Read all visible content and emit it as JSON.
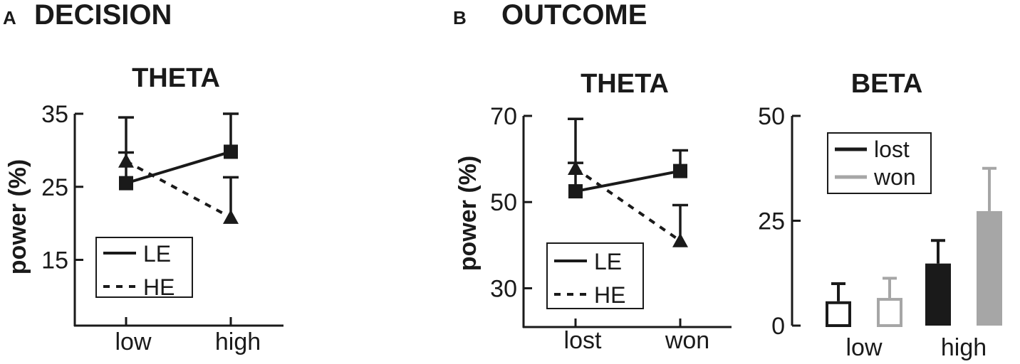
{
  "panels": {
    "a": {
      "letter": "A",
      "title": "DECISION"
    },
    "b": {
      "letter": "B",
      "title": "OUTCOME"
    }
  },
  "colors": {
    "ink": "#1a1a1a",
    "won_gray": "#a6a6a6"
  },
  "chart_data": [
    {
      "type": "line",
      "title": "THETA",
      "ylabel": "power (%)",
      "xlabel": "",
      "categories": [
        "low",
        "high"
      ],
      "yticks": [
        "15",
        "25",
        "35"
      ],
      "ylim": [
        6,
        35
      ],
      "grid": false,
      "legend_position": "bottom-left",
      "series": [
        {
          "name": "LE",
          "style": "solid",
          "marker": "square",
          "values": [
            25.5,
            29.8
          ],
          "error": [
            9.0,
            5.2
          ]
        },
        {
          "name": "HE",
          "style": "dotted",
          "marker": "triangle",
          "values": [
            28.5,
            20.8
          ],
          "error": [
            1.2,
            5.5
          ]
        }
      ]
    },
    {
      "type": "line",
      "title": "THETA",
      "ylabel": "power (%)",
      "xlabel": "",
      "categories": [
        "lost",
        "won"
      ],
      "yticks": [
        "30",
        "50",
        "70"
      ],
      "ylim": [
        21,
        70
      ],
      "grid": false,
      "legend_position": "bottom-left",
      "series": [
        {
          "name": "LE",
          "style": "solid",
          "marker": "square",
          "values": [
            52.5,
            57.2
          ],
          "error": [
            16.8,
            4.8
          ]
        },
        {
          "name": "HE",
          "style": "dotted",
          "marker": "triangle",
          "values": [
            57.8,
            41.0
          ],
          "error": [
            1.3,
            8.3
          ]
        }
      ]
    },
    {
      "type": "bar",
      "title": "BETA",
      "ylabel": "",
      "xlabel": "",
      "categories": [
        "low",
        "high"
      ],
      "yticks": [
        "0",
        "25",
        "50"
      ],
      "ylim": [
        0,
        50
      ],
      "grid": false,
      "legend_position": "top-left",
      "series": [
        {
          "name": "lost",
          "color": "#1a1a1a",
          "filled_in": [
            "high"
          ],
          "values": [
            5.8,
            14.8
          ],
          "error": [
            4.2,
            5.5
          ]
        },
        {
          "name": "won",
          "color": "#a6a6a6",
          "filled_in": [
            "high"
          ],
          "values": [
            6.6,
            27.3
          ],
          "error": [
            4.7,
            10.2
          ]
        }
      ]
    }
  ]
}
